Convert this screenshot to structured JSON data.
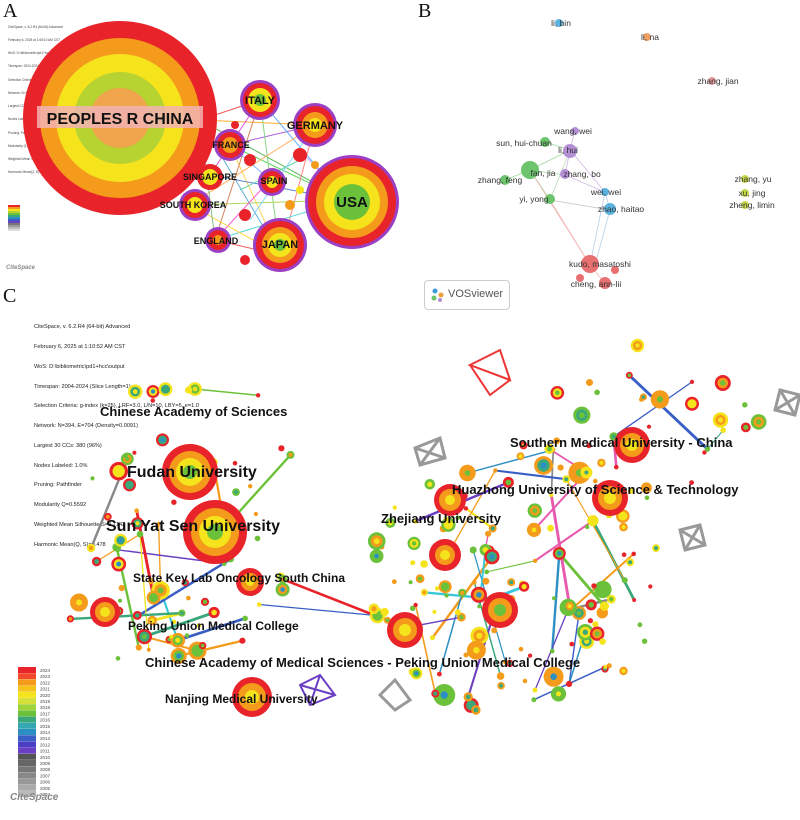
{
  "panels": {
    "a": {
      "label": "A",
      "metadata": [
        "CiteSpace, v. 6.2.R4 (64-bit) Advanced",
        "February 6, 2025 at 1:08:10 AM CST",
        "WoS: D:\\bibliometric\\pd1+hcc\\output",
        "Timespan: 2004-2024 (Slice Length=1)",
        "Selection Criteria: g-index (k=25), LRF=3.0, L/N=10, LBY=5, e=1.0",
        "Network: N=52, E=329 (Density=0.2481)",
        "Largest CC: 52 (100%)",
        "Nodes Labeled: 1.0%",
        "Pruning: Pathfinder",
        "Modularity Q=0.1028",
        "Weighted Mean Silhouette S=0.5141",
        "Harmonic Mean(Q, S)=0.1713"
      ],
      "nodes": [
        "PEOPLES R CHINA",
        "ITALY",
        "GERMANY",
        "FRANCE",
        "SINGAPORE",
        "SPAIN",
        "SOUTH KOREA",
        "USA",
        "ENGLAND",
        "JAPAN"
      ],
      "logo": "CiteSpace"
    },
    "b": {
      "label": "B",
      "authors": [
        "li, bin",
        "li, na",
        "zhang, jian",
        "wang, wei",
        "sun, hui-chuan",
        "li, hui",
        "fan, jia",
        "zhang, bo",
        "zhang, feng",
        "wei, wei",
        "yi, yong",
        "zhao, haitao",
        "zhang, yu",
        "xu, jing",
        "zheng, limin",
        "kudo, masatoshi",
        "cheng, ann-lii"
      ],
      "logo": "VOSviewer"
    },
    "c": {
      "label": "C",
      "metadata": [
        "CiteSpace, v. 6.2.R4 (64-bit) Advanced",
        "February 6, 2025 at 1:10:52 AM CST",
        "WoS: D:\\bibliometric\\pd1+hcc\\output",
        "Timespan: 2004-2024 (Slice Length=1)",
        "Selection Criteria: g-index (k=25), LRF=3.0, L/N=10, LBY=5, e=1.0",
        "Network: N=394, E=704 (Density=0.0091)",
        "Largest 30 CCs: 380 (96%)",
        "Nodes Labeled: 1.0%",
        "Pruning: Pathfinder",
        "Modularity Q=0.5592",
        "Weighted Mean Silhouette S=0.7142",
        "Harmonic Mean(Q, S)=0.478"
      ],
      "institutions": [
        "Chinese Academy of Sciences",
        "Fudan University",
        "Sun Yat Sen University",
        "State Key Lab Oncology South China",
        "Peking Union Medical College",
        "Chinese Academy of Medical Sciences - Peking Union Medical College",
        "Nanjing Medical University",
        "Southern Medical University - China",
        "Huazhong University of Science & Technology",
        "Zhejiang University"
      ],
      "legend_years": [
        "2024",
        "2023",
        "2022",
        "2021",
        "2020",
        "2019",
        "2018",
        "2017",
        "2016",
        "2015",
        "2014",
        "2013",
        "2012",
        "2011",
        "2010",
        "2009",
        "2008",
        "2007",
        "2006",
        "2005",
        "2004"
      ],
      "logo": "CiteSpace"
    }
  }
}
